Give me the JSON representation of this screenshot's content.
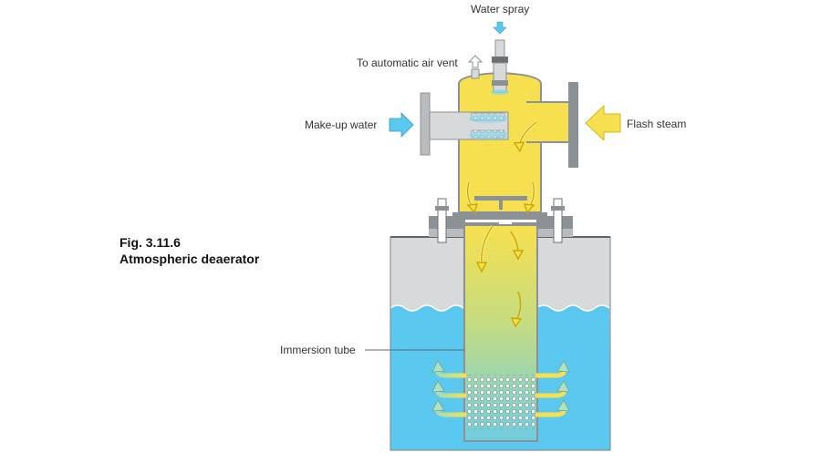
{
  "figure": {
    "number": "Fig. 3.11.6",
    "title": "Atmospheric deaerator"
  },
  "labels": {
    "water_spray": "Water spray",
    "air_vent": "To automatic air vent",
    "makeup_water": "Make-up water",
    "flash_steam": "Flash steam",
    "immersion_tube": "Immersion tube"
  },
  "colors": {
    "steam_yellow": "#f7e04f",
    "water_blue": "#5bc8ef",
    "tank_grey": "#d7d9da",
    "metal_grey": "#8c9195",
    "inlet_arrow_blue": "#5bc8ef",
    "flash_arrow_yellow": "#f7e04f"
  }
}
